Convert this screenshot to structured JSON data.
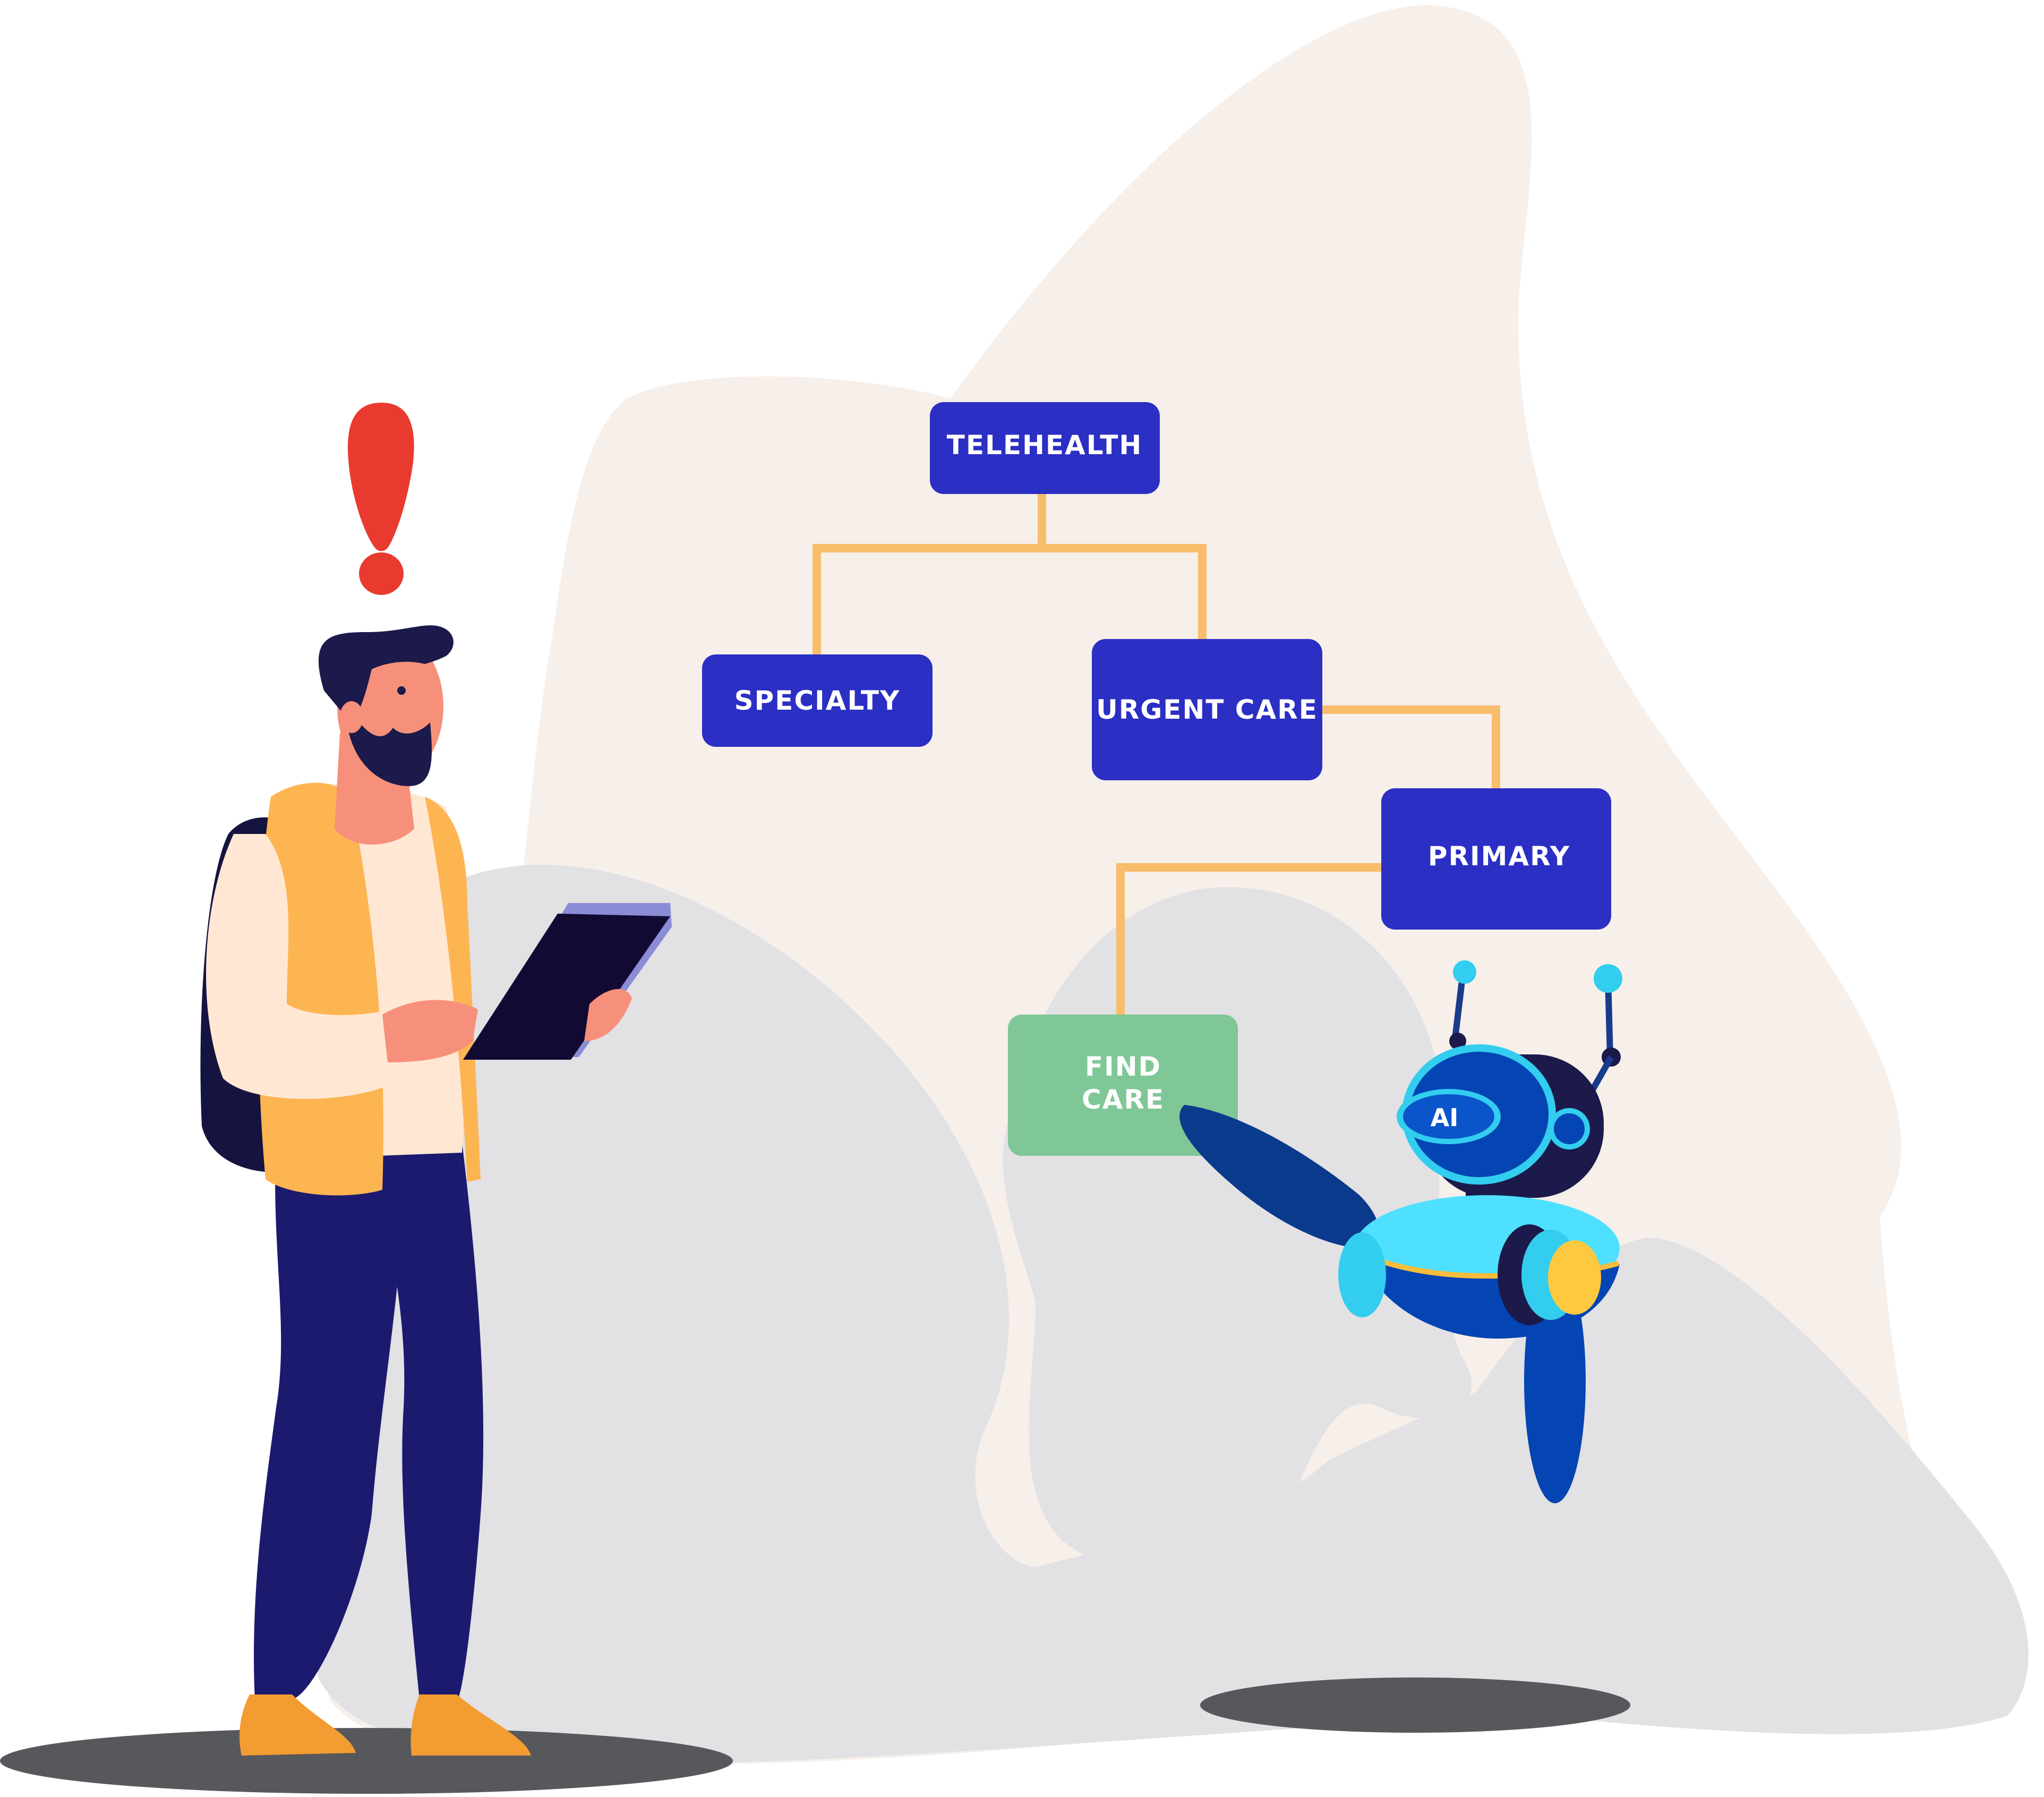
{
  "diagram": {
    "nodes": {
      "telehealth": {
        "label": "TELEHEALTH"
      },
      "specialty": {
        "label": "SPECIALTY"
      },
      "urgent_care": {
        "label": "URGENT CARE"
      },
      "primary": {
        "label": "PRIMARY"
      },
      "find_care": {
        "label_line1": "FIND",
        "label_line2": "CARE"
      }
    },
    "edges": [
      {
        "from": "TELEHEALTH",
        "to": "SPECIALTY"
      },
      {
        "from": "TELEHEALTH",
        "to": "URGENT CARE"
      },
      {
        "from": "URGENT CARE",
        "to": "PRIMARY"
      },
      {
        "from": "PRIMARY",
        "to": "FIND CARE"
      }
    ]
  },
  "robot": {
    "badge": "AI"
  },
  "colors": {
    "node_fill": "#2B2FC4",
    "find_care_fill": "#7FC796",
    "connector": "#F8BD6A",
    "alert": "#E93A30",
    "blob_beige": "#F6EFEA",
    "blob_grey": "#E2E1E4",
    "shadow": "#57585B"
  },
  "icons": {
    "alert": "exclamation-mark-icon",
    "tablet": "tablet-icon"
  }
}
